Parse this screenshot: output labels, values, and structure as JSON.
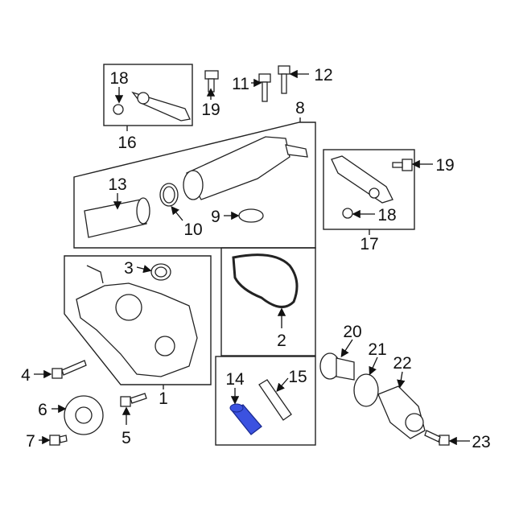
{
  "diagram": {
    "callouts": [
      {
        "id": "c18a",
        "text": "18"
      },
      {
        "id": "c16",
        "text": "16"
      },
      {
        "id": "c19a",
        "text": "19"
      },
      {
        "id": "c11",
        "text": "11"
      },
      {
        "id": "c12",
        "text": "12"
      },
      {
        "id": "c8",
        "text": "8"
      },
      {
        "id": "c13",
        "text": "13"
      },
      {
        "id": "c10",
        "text": "10"
      },
      {
        "id": "c9",
        "text": "9"
      },
      {
        "id": "c19b",
        "text": "19"
      },
      {
        "id": "c18b",
        "text": "18"
      },
      {
        "id": "c17",
        "text": "17"
      },
      {
        "id": "c3",
        "text": "3"
      },
      {
        "id": "c2",
        "text": "2"
      },
      {
        "id": "c20",
        "text": "20"
      },
      {
        "id": "c21",
        "text": "21"
      },
      {
        "id": "c22",
        "text": "22"
      },
      {
        "id": "c4",
        "text": "4"
      },
      {
        "id": "c1",
        "text": "1"
      },
      {
        "id": "c6",
        "text": "6"
      },
      {
        "id": "c5",
        "text": "5"
      },
      {
        "id": "c7",
        "text": "7"
      },
      {
        "id": "c14",
        "text": "14"
      },
      {
        "id": "c15",
        "text": "15"
      },
      {
        "id": "c23",
        "text": "23"
      }
    ],
    "highlight_color": "#3b52e0",
    "line_color": "#222222"
  }
}
